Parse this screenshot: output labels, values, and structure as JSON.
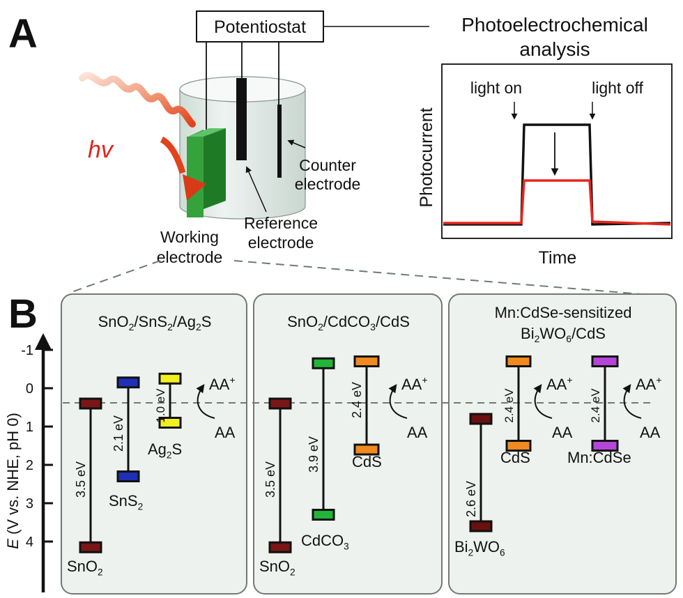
{
  "panelA": {
    "label": "A",
    "potentiostat": "Potentiostat",
    "analysis_title_1": "Photoelectrochemical",
    "analysis_title_2": "analysis",
    "hv": "hv",
    "counter_1": "Counter",
    "counter_2": "electrode",
    "reference_1": "Reference",
    "reference_2": "electrode",
    "working_1": "Working",
    "working_2": "electrode",
    "plot": {
      "ylabel": "Photocurrent",
      "xlabel": "Time",
      "light_on": "light on",
      "light_off": "light off"
    }
  },
  "panelB": {
    "label": "B",
    "axis_label_main": "E",
    "axis_label_rest": " (V vs. NHE, pH 0)",
    "ticks": [
      "-1",
      "0",
      "1",
      "2",
      "3",
      "4"
    ],
    "box1": {
      "title_parts": [
        "SnO",
        "2",
        "/SnS",
        "2",
        "/Ag",
        "2",
        "S"
      ],
      "sno2": [
        "SnO",
        "2"
      ],
      "sno2_gap": "3.5 eV",
      "sns2": [
        "SnS",
        "2"
      ],
      "sns2_gap": "2.1 eV",
      "ag2s": [
        "Ag",
        "2",
        "S"
      ],
      "ag2s_gap": "1.0 eV",
      "aa_plus": "AA",
      "plus": "+",
      "aa": "AA"
    },
    "box2": {
      "title_parts": [
        "SnO",
        "2",
        "/CdCO",
        "3",
        "/CdS"
      ],
      "sno2": [
        "SnO",
        "2"
      ],
      "sno2_gap": "3.5 eV",
      "cdco3": [
        "CdCO",
        "3"
      ],
      "cdco3_gap": "3.9 eV",
      "cds": "CdS",
      "cds_gap": "2.4 eV",
      "aa_plus": "AA",
      "plus": "+",
      "aa": "AA"
    },
    "box3": {
      "title_line1": "Mn:CdSe-sensitized",
      "title_parts": [
        "Bi",
        "2",
        "WO",
        "6",
        "/CdS"
      ],
      "bi2wo6": [
        "Bi",
        "2",
        "WO",
        "6"
      ],
      "bi2wo6_gap": "2.6 eV",
      "cds": "CdS",
      "cds_gap": "2.4 eV",
      "mncdse": "Mn:CdSe",
      "mncdse_gap": "2.4 eV",
      "aa_plus": "AA",
      "plus": "+",
      "aa": "AA",
      "aa_plus_2": "AA",
      "plus_2": "+",
      "aa_2": "AA"
    }
  },
  "colors": {
    "sno2": "#7a1616",
    "sns2": "#1f2fb8",
    "ag2s": "#f2ef1e",
    "cdco3": "#22b53a",
    "cds": "#f08a1e",
    "bi2wo6": "#6a1010",
    "mncdse": "#b545d8",
    "dark_curve": "#111111",
    "light_curve": "#e8251c",
    "box_fill": "#eef2ee",
    "box_stroke": "#6f7a72"
  }
}
